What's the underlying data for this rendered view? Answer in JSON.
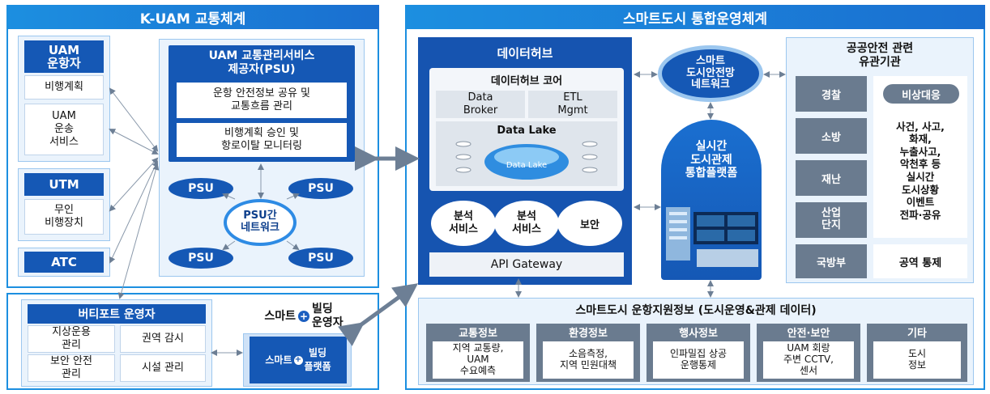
{
  "left": {
    "title": "K-UAM 교통체계",
    "uam_operator": {
      "title": "UAM\n운항자",
      "items": [
        "비행계획",
        "UAM\n운송\n서비스"
      ]
    },
    "utm": {
      "title": "UTM",
      "items": [
        "무인\n비행장치"
      ]
    },
    "atc": "ATC",
    "psu": {
      "title": "UAM 교통관리서비스\n제공자(PSU)",
      "items": [
        "운항 안전정보 공유 및\n교통흐름 관리",
        "비행계획 승인 및\n항로이탈 모니터링"
      ],
      "node": "PSU",
      "network": "PSU간\n네트워크"
    },
    "vertiport": {
      "title": "버티포트 운영자",
      "items": [
        "지상운용\n관리",
        "권역 감시",
        "보안 안전\n관리",
        "시설 관리"
      ]
    },
    "smart_building": {
      "title_pre": "스마트",
      "title_post": "빌딩\n운영자",
      "platform_pre": "스마트",
      "platform_post": "빌딩\n플랫폼"
    }
  },
  "right": {
    "title": "스마트도시 통합운영체계",
    "data_hub": {
      "title": "데이터허브",
      "core": "데이터허브 코어",
      "broker": "Data\nBroker",
      "etl": "ETL\nMgmt",
      "lake": "Data Lake",
      "lake_logo": "Data Lake",
      "services": [
        "분석\n서비스",
        "분석\n서비스",
        "보안"
      ],
      "gateway": "API Gateway"
    },
    "safety_net": "스마트\n도시안전망\n네트워크",
    "control_platform": "실시간\n도시관제\n통합플랫폼",
    "agencies": {
      "title": "공공안전 관련\n유관기관",
      "list": [
        "경찰",
        "소방",
        "재난",
        "산업\n단지",
        "국방부"
      ],
      "emergency_badge": "비상대응",
      "emergency_text": "사건, 사고,\n화재,\n누출사고,\n악천후 등\n실시간\n도시상황\n이벤트\n전파·공유",
      "airspace": "공역 통제"
    },
    "support_info": {
      "title": "스마트도시 운항지원정보 (도시운영&관제 데이터)",
      "categories": [
        {
          "name": "교통정보",
          "text": "지역 교통량,\nUAM\n수요예측"
        },
        {
          "name": "환경정보",
          "text": "소음측정,\n지역 민원대책"
        },
        {
          "name": "행사정보",
          "text": "인파밀집 상공\n운행통제"
        },
        {
          "name": "안전·보안",
          "text": "UAM 회랑\n주변 CCTV,\n센서"
        },
        {
          "name": "기타",
          "text": "도시\n정보"
        }
      ]
    }
  },
  "colors": {
    "header": "#1c8fe0",
    "panel": "#eaf3fc",
    "dark_blue": "#1558b5",
    "grey": "#6a7b8f"
  }
}
